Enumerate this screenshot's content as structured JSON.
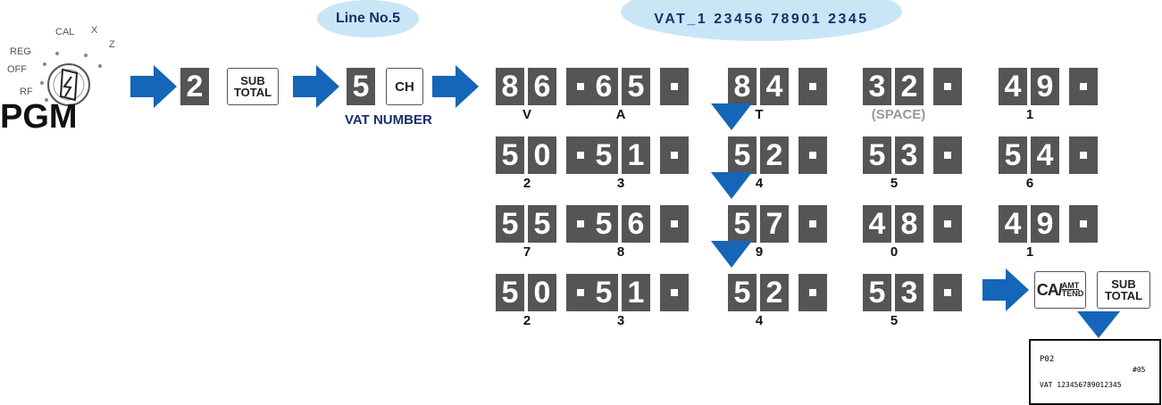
{
  "bubbles": {
    "line_no": "Line No.5",
    "vat_text": "VAT_1 23456 78901 2345"
  },
  "mode_switch": {
    "labels": [
      "CAL",
      "X",
      "REG",
      "Z",
      "OFF",
      "RF"
    ],
    "mode": "PGM"
  },
  "keys": {
    "two": "2",
    "sub_top": "SUB",
    "sub_bottom": "TOTAL",
    "five": "5",
    "ch": "CH",
    "ca": "CA/",
    "amt": "AMT",
    "tend": "TEND"
  },
  "vat_number_label": "VAT NUMBER",
  "code_rows": [
    {
      "groups": [
        {
          "d1": "8",
          "d2": "6",
          "label": "V"
        },
        {
          "d1": "6",
          "d2": "5",
          "label": "A"
        },
        {
          "d1": "8",
          "d2": "4",
          "label": "T"
        },
        {
          "d1": "3",
          "d2": "2",
          "label": "(SPACE)"
        },
        {
          "d1": "4",
          "d2": "9",
          "label": "1"
        }
      ]
    },
    {
      "groups": [
        {
          "d1": "5",
          "d2": "0",
          "label": "2"
        },
        {
          "d1": "5",
          "d2": "1",
          "label": "3"
        },
        {
          "d1": "5",
          "d2": "2",
          "label": "4"
        },
        {
          "d1": "5",
          "d2": "3",
          "label": "5"
        },
        {
          "d1": "5",
          "d2": "4",
          "label": "6"
        }
      ]
    },
    {
      "groups": [
        {
          "d1": "5",
          "d2": "5",
          "label": "7"
        },
        {
          "d1": "5",
          "d2": "6",
          "label": "8"
        },
        {
          "d1": "5",
          "d2": "7",
          "label": "9"
        },
        {
          "d1": "4",
          "d2": "8",
          "label": "0"
        },
        {
          "d1": "4",
          "d2": "9",
          "label": "1"
        }
      ]
    },
    {
      "groups": [
        {
          "d1": "5",
          "d2": "0",
          "label": "2"
        },
        {
          "d1": "5",
          "d2": "1",
          "label": "3"
        },
        {
          "d1": "5",
          "d2": "2",
          "label": "4"
        },
        {
          "d1": "5",
          "d2": "3",
          "label": "5"
        }
      ]
    }
  ],
  "receipt": {
    "line1": "P02",
    "num": "#05",
    "vat_line": "VAT 123456789012345"
  },
  "colors": {
    "key": "#555555",
    "arrow": "#1565b8",
    "bubble": "#c9e6f6",
    "navy": "#1a2d6b"
  }
}
